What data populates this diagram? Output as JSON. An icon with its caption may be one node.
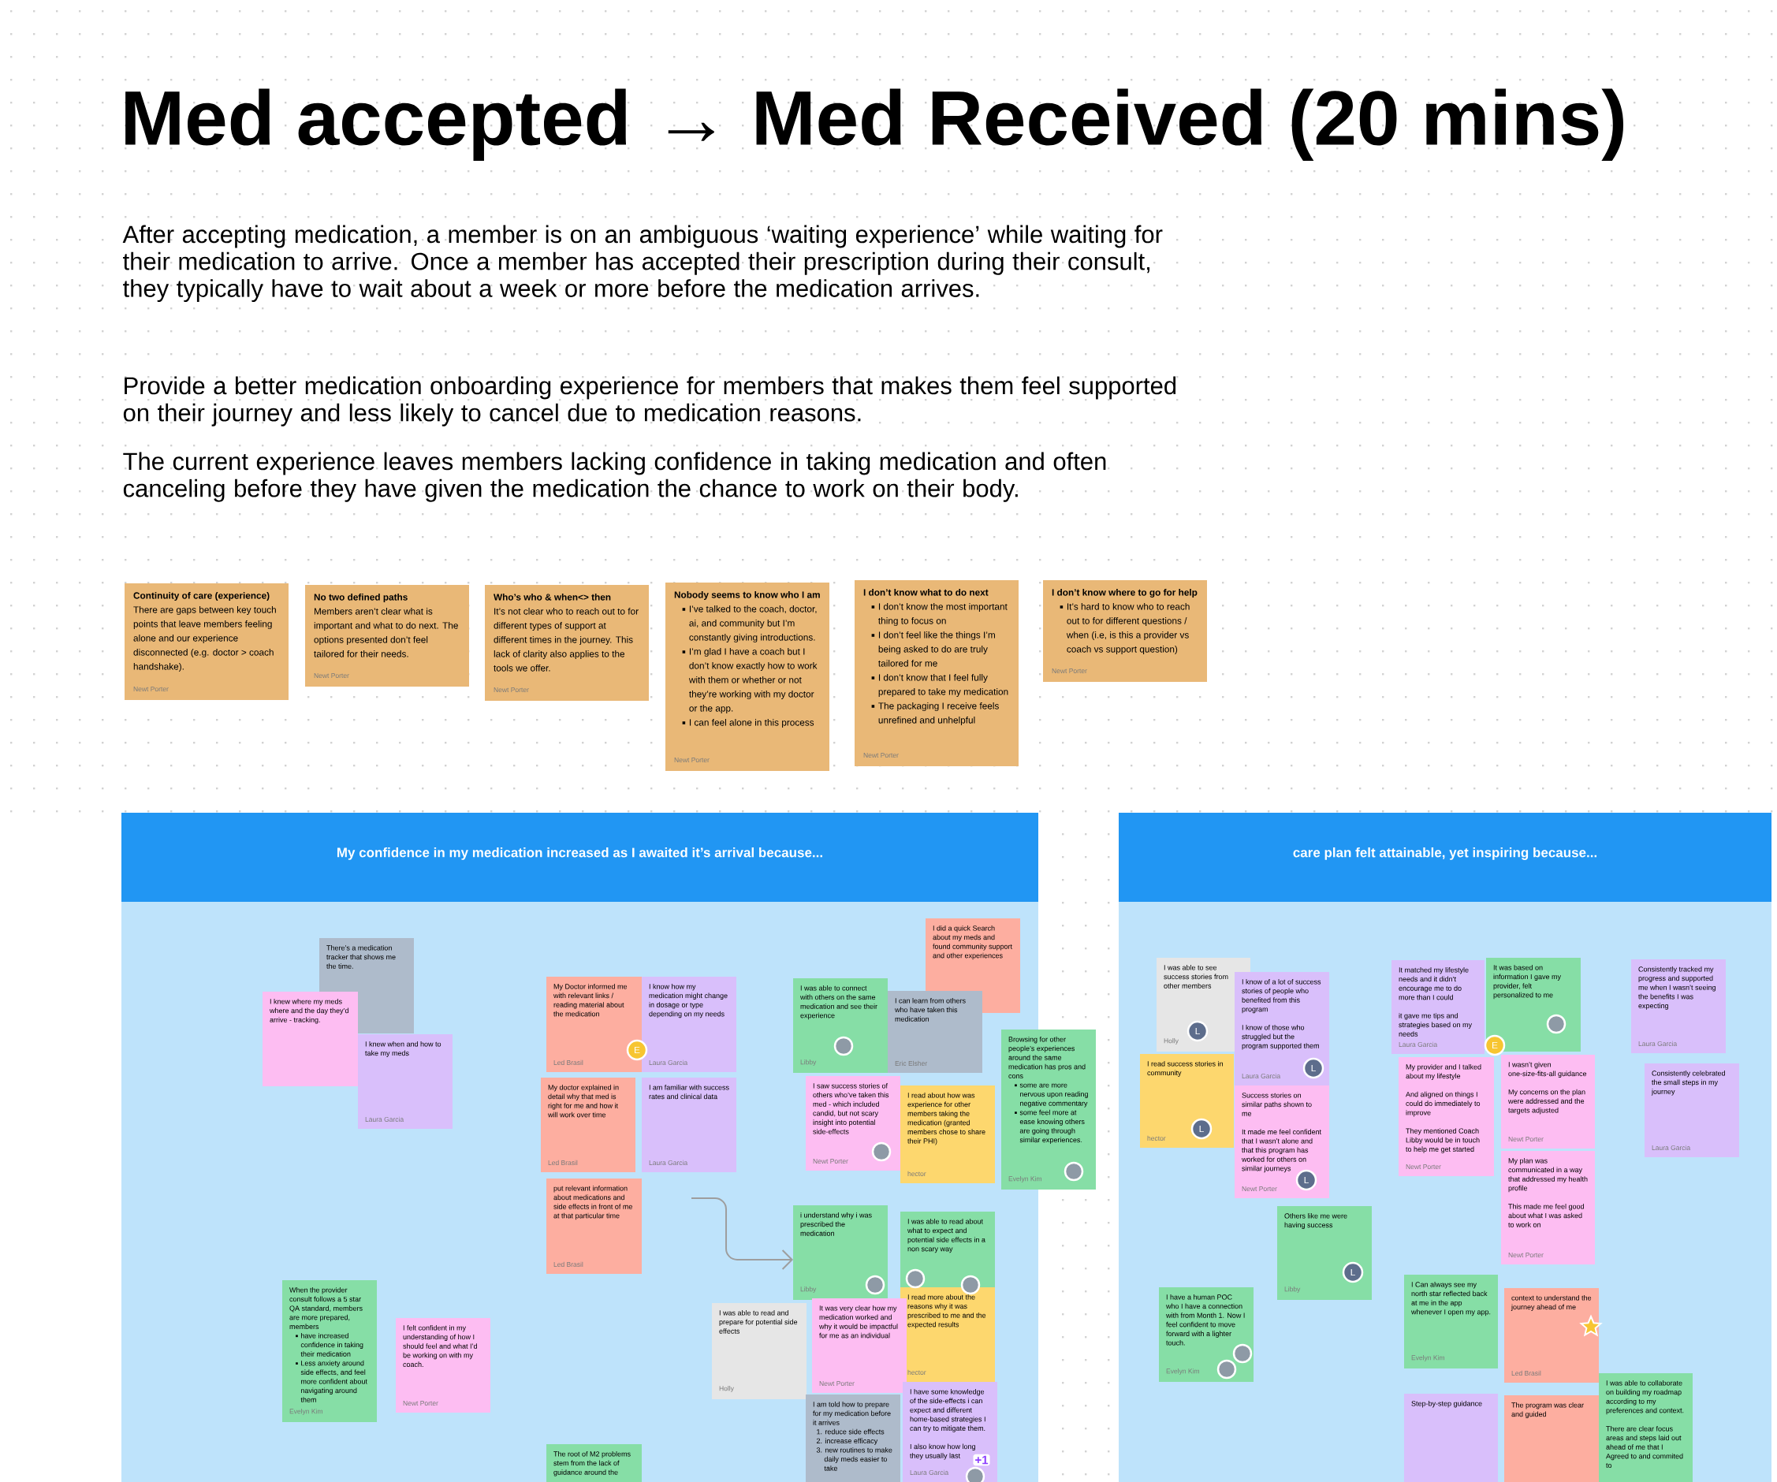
{
  "diagram": {
    "title": "Med accepted → Med Received (20 mins)",
    "nodes": [
      {
        "text": [
          "Continuity of care (experience)",
          "There are gaps between key touch points that leave members feeling alone and our experience disconnected (e.g. doctor > coach handshake).",
          "Newt Porter"
        ]
      },
      {
        "text": [
          "No two defined paths",
          "Members aren’t clear what is important and what to do next. The options presented don’t feel tailored for their needs.",
          "Newt Porter"
        ]
      },
      {
        "text": [
          "Who’s who & when<> then",
          "It’s not clear who to reach out to for different types of support at different times in the journey. This lack of clarity also applies to the tools we offer.",
          "Newt Porter"
        ]
      },
      {
        "text": [
          "Nobody seems to know who I am",
          "I’ve talked to the coach, doctor, ai, and community but I’m constantly giving introductions.",
          "I’m glad I have a coach but I don’t know exactly how to work with them or whether or not they’re working with my doctor or the app.",
          "I can feel alone in this process",
          "Newt Porter"
        ]
      },
      {
        "text": [
          "I don’t know what to do next",
          "I don’t know the most important thing to focus on",
          "I don’t feel like the things I’m being asked to do are truly tailored for me",
          "I don’t know that I feel fully prepared to take my medication",
          "The packaging I receive feels unrefined and unhelpful",
          "Newt Porter"
        ]
      },
      {
        "text": [
          "I don’t know where to go for help",
          "It’s hard to know who to reach out to for different questions / when (i.e, is this a provider vs coach vs support question)",
          "Newt Porter"
        ]
      },
      {
        "text": [
          "My confidence in my medication increased as I awaited it’s arrival because..."
        ]
      },
      {
        "text": [
          "There’s a medication tracker that shows me the time."
        ],
        "in": 6
      },
      {
        "text": [
          "I knew where my meds where and the day they’d arrive - tracking."
        ],
        "in": 6
      },
      {
        "text": [
          "I knew when and how to take my meds",
          "Laura Garcia"
        ],
        "in": 6
      },
      {
        "text": [
          "My Doctor informed me with relevant links / reading material about the medication",
          "Led Brasil"
        ],
        "in": 6
      },
      {
        "text": [
          "I know how my medication might change in dosage or type depending on my needs",
          "Laura Garcia"
        ],
        "in": 6
      },
      {
        "text": [
          "My doctor explained in detail why that med is right for me and how it will work over time",
          "Led Brasil"
        ],
        "in": 6
      },
      {
        "text": [
          "I am familiar with success rates and clinical data",
          "Laura Garcia"
        ],
        "in": 6
      },
      {
        "text": [
          "put relevant information about medications and side effects in front of me at that particular time",
          "Led Brasil"
        ],
        "in": 6
      },
      {
        "text": [
          "When the provider consult follows a 5 star QA standard, members are more prepared, members",
          "have increased confidence in taking their medication",
          "Less anxiety around side effects, and feel more confident about navigating around them",
          "Evelyn Kim"
        ],
        "in": 6
      },
      {
        "text": [
          "I felt confident in my understanding of how I should feel and what I’d be working on with my coach.",
          "Newt Porter"
        ],
        "in": 6
      },
      {
        "text": [
          "The root of M2 problems stem from the lack of guidance around the"
        ],
        "in": 6
      },
      {
        "text": [
          "I did a quick Search about my meds and found community support and other experiences"
        ],
        "in": 6
      },
      {
        "text": [
          "I was able to connect with others on the same medication and see their experience",
          "Libby"
        ],
        "in": 6
      },
      {
        "text": [
          "I can learn from others who have taken this medication",
          "Eric Elsher"
        ],
        "in": 6
      },
      {
        "text": [
          "I saw success stories of others who’ve taken this med - which included candid, but not scary insight into potential side-effects",
          "Newt Porter"
        ],
        "in": 6
      },
      {
        "text": [
          "I read about how was experience for other members taking the medication (granted members chose to share their PHI)",
          "hector"
        ],
        "in": 6
      },
      {
        "text": [
          "Browsing for other people’s experiences around the same medication has pros and cons",
          "some are more nervous upon reading negative commentary",
          "some feel more at ease knowing others are going through similar experiences.",
          "Evelyn Kim"
        ]
      },
      {
        "text": [
          "i understand why i was prescribed the medication",
          "Libby"
        ],
        "in": 6
      },
      {
        "text": [
          "I was able to read about what to expect and potential side effects in a non scary way"
        ],
        "in": 6
      },
      {
        "text": [
          "I read more about the reasons why it was prescribed to me and the expected results",
          "hector"
        ],
        "in": 6
      },
      {
        "text": [
          "It was very clear how my medication worked and why it would be impactful for me as an individual",
          "Newt Porter"
        ],
        "in": 6
      },
      {
        "text": [
          "I was able to read and prepare for potential side effects",
          "Holly"
        ],
        "in": 6
      },
      {
        "text": [
          "I am told how to prepare for my medication before it arrives",
          "1. reduce side effects",
          "2. increase efficacy",
          "3. new routines to make daily meds easier to take"
        ],
        "in": 6
      },
      {
        "text": [
          "I have some knowledge of the side-effects i can expect and different home-based strategies I can try to mitigate them.",
          "I also know how long they usually last",
          "Laura Garcia"
        ],
        "in": 6
      },
      {
        "text": [
          "care plan felt attainable, yet inspiring because..."
        ]
      },
      {
        "text": [
          "I was able to see success stories from other members",
          "Holly"
        ],
        "in": 31
      },
      {
        "text": [
          "I know of a lot of success stories of people who benefited from this program",
          "I know of those who struggled but the program supported them",
          "Laura Garcia"
        ],
        "in": 31
      },
      {
        "text": [
          "I read success stories in community",
          "hector"
        ],
        "in": 31
      },
      {
        "text": [
          "Others like me were having success",
          "Libby"
        ],
        "in": 31
      },
      {
        "text": [
          "Success stories on similar paths shown to me",
          "It made me feel confident that I wasn’t alone and that this program has worked for others on similar journeys",
          "Newt Porter"
        ],
        "in": 31
      },
      {
        "text": [
          "I have a human POC who I have a connection with from Month 1. Now I feel confident to move forward with a lighter touch.",
          "Evelyn Kim"
        ],
        "in": 31
      },
      {
        "text": [
          "It matched my lifestyle needs and it didn’t encourage me to do more than I could",
          "it gave me tips and strategies based on my needs",
          "Laura Garcia"
        ],
        "in": 31
      },
      {
        "text": [
          "My provider and I talked about my lifestyle",
          "And aligned on things I could do immediately to improve",
          "They mentioned Coach Libby would be in touch to help me get started",
          "Newt Porter"
        ],
        "in": 31
      },
      {
        "text": [
          "I Can always see my north star reflected back at me in the app whenever I open my app.",
          "Evelyn Kim"
        ],
        "in": 31
      },
      {
        "text": [
          "Step-by-step guidance"
        ],
        "in": 31
      },
      {
        "text": [
          "It was based on information I gave my provider, felt personalized to me"
        ],
        "in": 31
      },
      {
        "text": [
          "I wasn’t given one-size-fits-all guidance",
          "My concerns on the plan were addressed and the targets adjusted",
          "Newt Porter"
        ],
        "in": 31
      },
      {
        "text": [
          "My plan was communicated in a way that addressed my health profile",
          "This made me feel good about what I was asked to work on",
          "Newt Porter"
        ],
        "in": 31
      },
      {
        "text": [
          "context to understand the journey ahead of me",
          "Led Brasil"
        ],
        "in": 31
      },
      {
        "text": [
          "The program was clear and guided"
        ],
        "in": 31
      },
      {
        "text": [
          "Consistently tracked my progress and supported me when I wasn’t seeing the benefits I was expecting",
          "Laura Garcia"
        ],
        "in": 31
      },
      {
        "text": [
          "Consistently celebrated the small steps in my journey",
          "Laura Garcia"
        ],
        "in": 31
      },
      {
        "text": [
          "I was able to collaborate on building my roadmap according to my preferences and context.",
          "There are clear focus areas and steps laid out ahead of me that I Agreed to and commited to"
        ],
        "in": 31
      }
    ],
    "edges": [
      {
        "from": null,
        "to": 24,
        "arrow": "to"
      }
    ],
    "labels": [
      "After accepting medication, a member is on an ambiguous ‘waiting experience’ while waiting for their medication to arrive. Once a member has accepted their prescription during their consult, they typically have to wait about a week or more before the medication arrives.",
      "Provide a better medication onboarding experience for members that makes them feel supported on their journey and less likely to cancel due to medication reasons.",
      "The current experience leaves members lacking confidence in taking medication and often canceling before they have given the medication the chance to work on their body.",
      "E",
      "+1",
      "L",
      "L",
      "L",
      "L",
      "L",
      "E"
    ]
  }
}
